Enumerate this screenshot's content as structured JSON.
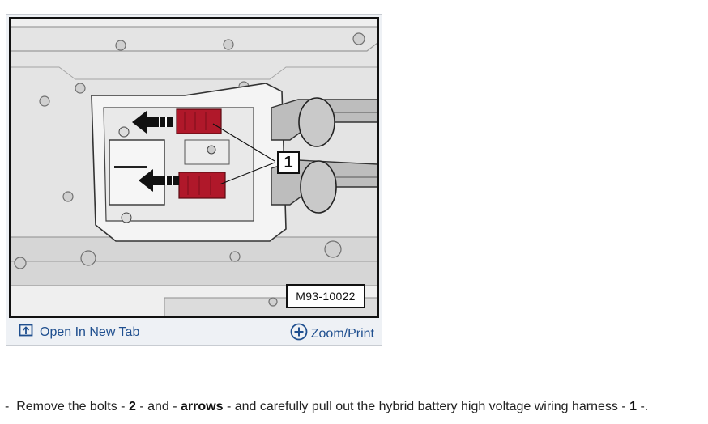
{
  "figure": {
    "callout_label": "1",
    "figure_id": "M93-10022"
  },
  "toolbar": {
    "open_tab_label": "Open In New Tab",
    "zoom_label": "Zoom/Print",
    "open_tab_icon": "open-in-new-tab-icon",
    "zoom_icon": "circle-plus-icon"
  },
  "instruction": {
    "bullet": "-",
    "t1": "Remove the bolts -",
    "b1": "2",
    "t2": "- and -",
    "b2": "arrows",
    "t3": "- and carefully pull out the hybrid battery high voltage wiring harness -",
    "b3": "1",
    "t4": "-."
  },
  "colors": {
    "link": "#1f4f8f",
    "connector_red": "#b0182a",
    "frame_border": "#111111"
  }
}
